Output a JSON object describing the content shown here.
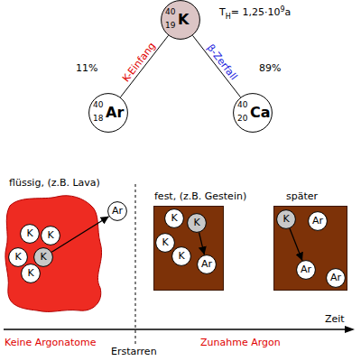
{
  "diagram": {
    "nodes": [
      {
        "text": [
          "40",
          "19",
          "K"
        ]
      },
      {
        "text": [
          "40",
          "18",
          "Ar"
        ]
      },
      {
        "text": [
          "40",
          "20",
          "Ca"
        ]
      },
      {
        "text": [
          "flüssig, (z.B. Lava)"
        ]
      },
      {
        "text": [
          "K"
        ],
        "in": 3
      },
      {
        "text": [
          "K"
        ],
        "in": 3
      },
      {
        "text": [
          "K"
        ],
        "in": 3
      },
      {
        "text": [
          "K"
        ],
        "in": 3
      },
      {
        "text": [
          "K"
        ],
        "in": 3
      },
      {
        "text": [
          "Ar"
        ]
      },
      {
        "text": [
          "fest, (z.B. Gestein)"
        ]
      },
      {
        "text": [
          "K"
        ],
        "in": 10
      },
      {
        "text": [
          "K"
        ],
        "in": 10
      },
      {
        "text": [
          "K"
        ],
        "in": 10
      },
      {
        "text": [
          "K"
        ],
        "in": 10
      },
      {
        "text": [
          "Ar"
        ],
        "in": 10
      },
      {
        "text": [
          "später"
        ]
      },
      {
        "text": [
          "K"
        ],
        "in": 16
      },
      {
        "text": [
          "Ar"
        ],
        "in": 16
      },
      {
        "text": [
          "Ar"
        ],
        "in": 16
      },
      {
        "text": [
          "Ar"
        ],
        "in": 16
      }
    ],
    "edges": [
      {
        "from": 0,
        "to": 1,
        "arrow": "none",
        "label": "K-Einfang"
      },
      {
        "from": 0,
        "to": 2,
        "arrow": "none",
        "label": "β-Zerfall"
      },
      {
        "from": 7,
        "to": 9,
        "arrow": "to"
      },
      {
        "from": 12,
        "to": 15,
        "arrow": "to"
      },
      {
        "from": 17,
        "to": 19,
        "arrow": "to"
      }
    ],
    "labels": [
      "11%",
      "89%",
      "T",
      "H",
      "= 1,25·10",
      "9",
      "a",
      "Zeit",
      "Keine Argonatome",
      "Erstarren",
      "Zunahme Argon"
    ]
  }
}
